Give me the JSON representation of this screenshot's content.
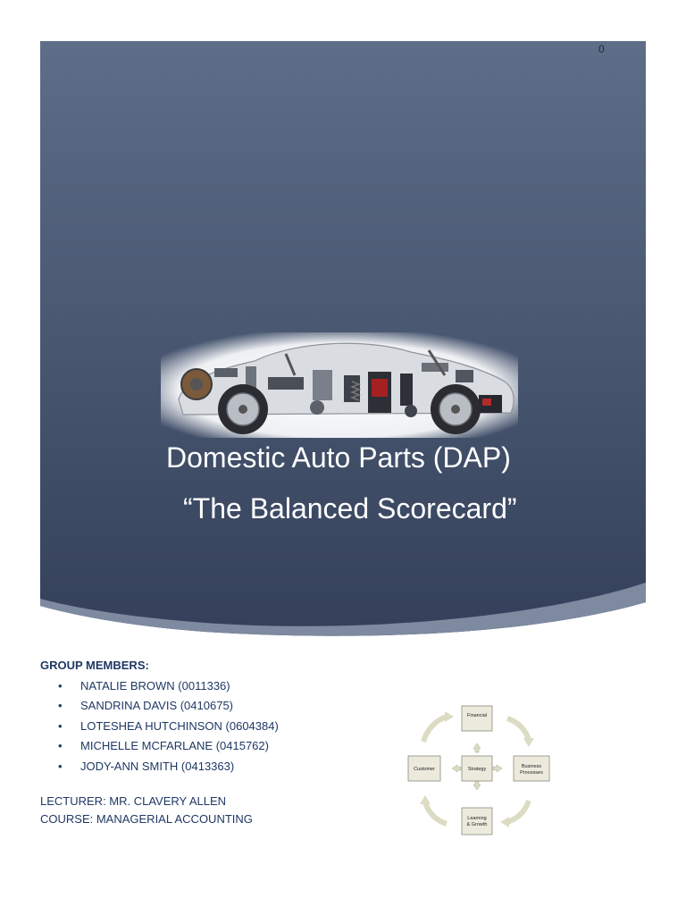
{
  "page_number": "0",
  "title": "Domestic Auto Parts (DAP)",
  "subtitle": "“The Balanced Scorecard”",
  "car_image": "car-made-of-auto-parts",
  "group_members": {
    "heading": "GROUP MEMBERS:",
    "members": [
      "NATALIE BROWN (0011336)",
      "SANDRINA DAVIS (0410675)",
      "LOTESHEA HUTCHINSON (0604384)",
      "MICHELLE MCFARLANE (0415762)",
      "JODY-ANN SMITH (0413363)"
    ]
  },
  "lecturer": "LECTURER: MR. CLAVERY ALLEN",
  "course": "COURSE: MANAGERIAL ACCOUNTING",
  "diagram": {
    "top": "Financial",
    "left": "Customer",
    "center": "Strategy",
    "right_line1": "Business",
    "right_line2": "Processes",
    "bottom_line1": "Learning",
    "bottom_line2": "& Growth"
  },
  "colors": {
    "cover_top": "#5e6e88",
    "cover_bottom": "#34405a",
    "text_navy": "#1f3864",
    "swoosh": "#7d8aa0"
  }
}
